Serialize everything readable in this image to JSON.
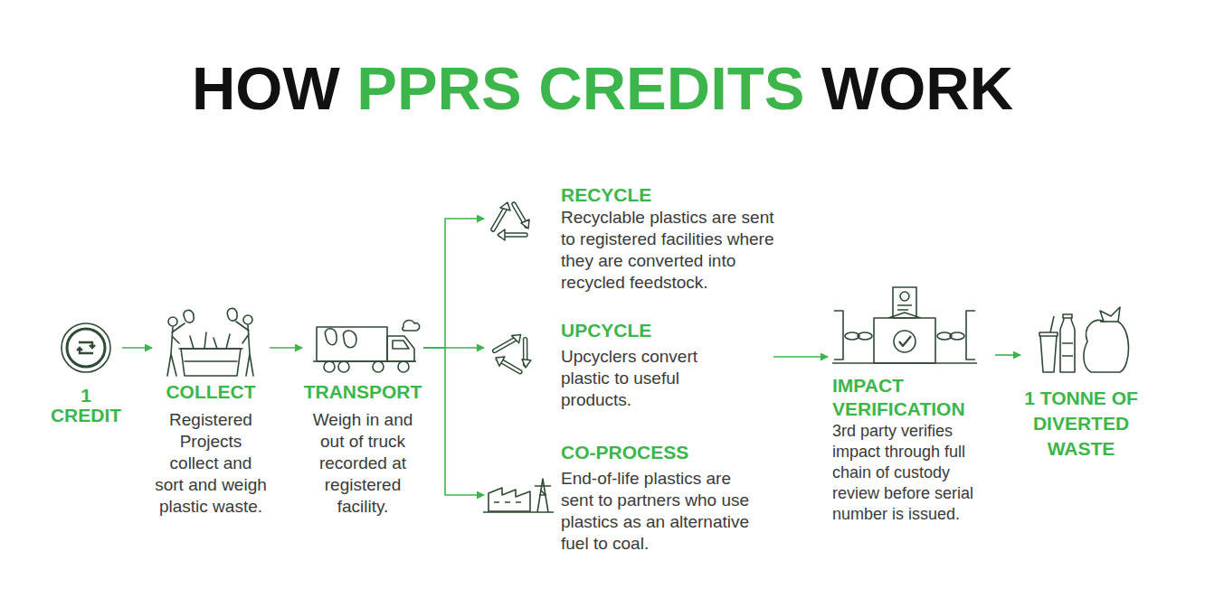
{
  "diagram": {
    "title": "HOW PPRS CREDITS WORK",
    "nodes": [
      {
        "text": [
          "1 CREDIT"
        ]
      },
      {
        "text": [
          "COLLECT",
          "Registered Projects collect and sort and weigh plastic waste."
        ]
      },
      {
        "text": [
          "TRANSPORT",
          "Weigh in and out of truck recorded at registered facility."
        ]
      },
      {
        "text": [
          "RECYCLE",
          "Recyclable plastics are sent to registered facilities where they are converted into recycled feedstock."
        ]
      },
      {
        "text": [
          "UPCYCLE",
          "Upcyclers convert plastic to useful products."
        ]
      },
      {
        "text": [
          "CO-PROCESS",
          "End-of-life plastics are sent to partners who use plastics as an alternative fuel to coal."
        ]
      },
      {
        "text": [
          "IMPACT VERIFICATION",
          "3rd party verifies impact through full chain of custody review before serial number is issued."
        ]
      },
      {
        "text": [
          "1 TONNE OF DIVERTED WASTE"
        ]
      }
    ],
    "edges": [
      {
        "from": 0,
        "to": 1,
        "arrow": "to"
      },
      {
        "from": 1,
        "to": 2,
        "arrow": "to"
      },
      {
        "from": 2,
        "to": 3,
        "arrow": "to"
      },
      {
        "from": 2,
        "to": 4,
        "arrow": "to"
      },
      {
        "from": 2,
        "to": 5,
        "arrow": "to"
      },
      {
        "from": 4,
        "to": 6,
        "arrow": "to"
      },
      {
        "from": 6,
        "to": 7,
        "arrow": "to"
      }
    ]
  }
}
